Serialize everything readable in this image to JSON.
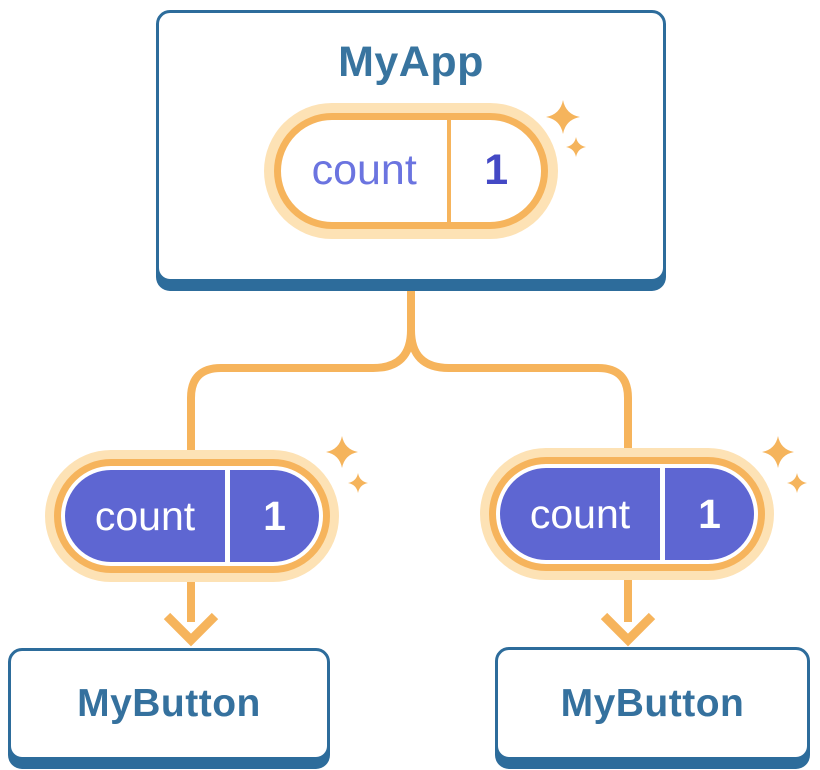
{
  "diagram": {
    "root": {
      "title": "MyApp",
      "state": {
        "name": "count",
        "value": "1"
      }
    },
    "children": [
      {
        "state": {
          "name": "count",
          "value": "1"
        },
        "label": "MyButton"
      },
      {
        "state": {
          "name": "count",
          "value": "1"
        },
        "label": "MyButton"
      }
    ],
    "icons": {
      "sparkle": "4-point-star"
    },
    "colors": {
      "card_border": "#2d6c9b",
      "card_shadow": "#2d6c9b",
      "card_title_text": "#38749f",
      "button_label_text": "#35719e",
      "pill_ring": "#f6b45c",
      "pill_halo": "#fde2b5",
      "pill_fill_purple": "#5e66d2",
      "state_name_text": "#6b74e0",
      "state_value_text": "#4449c5",
      "child_pill_text": "#ffffff",
      "connector_line": "#f6b45c",
      "sparkle": "#f5b45c",
      "background": "#ffffff"
    }
  }
}
